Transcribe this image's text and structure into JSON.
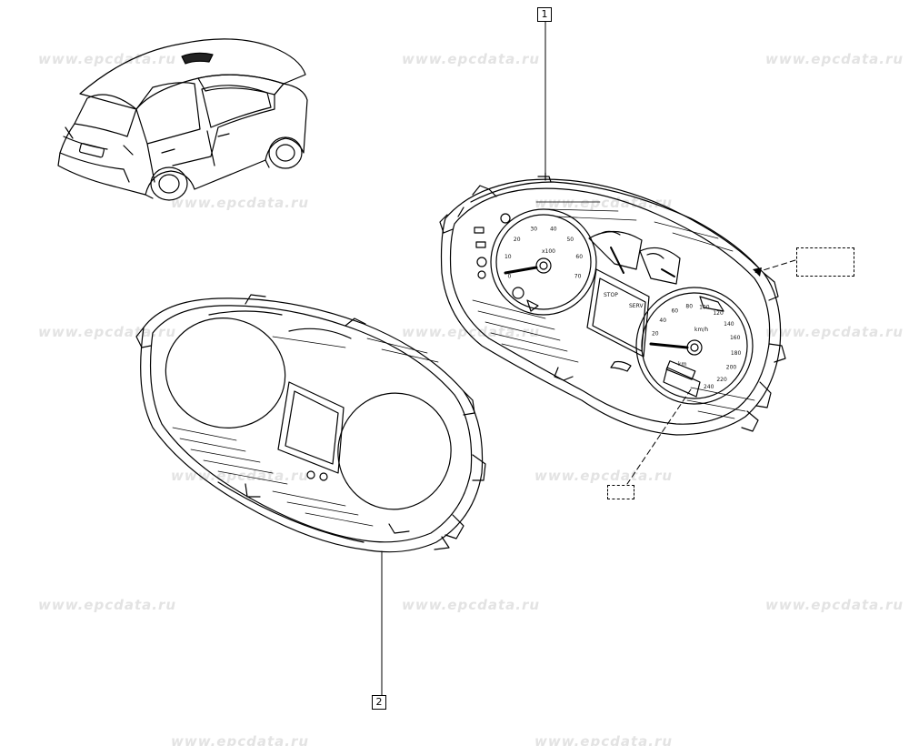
{
  "watermark": "www.epcdata.ru",
  "callouts": [
    {
      "label": "1",
      "part": "instrument-cluster-assembled"
    },
    {
      "label": "2",
      "part": "cluster-housing-front-cover"
    }
  ],
  "placeholders": [
    "dashed-ref-box-right",
    "dashed-ref-box-bottom"
  ],
  "gauge_labels": {
    "tacho_ticks": [
      "0",
      "10",
      "20",
      "30",
      "40",
      "50",
      "60",
      "70"
    ],
    "tacho_unit": "x100",
    "speedo_ticks": [
      "20",
      "40",
      "60",
      "80",
      "100",
      "120",
      "140",
      "160",
      "180",
      "200",
      "220",
      "240"
    ],
    "speedo_unit": "km/h",
    "odometer_unit": "km",
    "display_text": [
      "STOP",
      "SERV"
    ]
  },
  "colors": {
    "line": "#000000",
    "watermark": "#e3e3e3",
    "background": "#ffffff"
  }
}
